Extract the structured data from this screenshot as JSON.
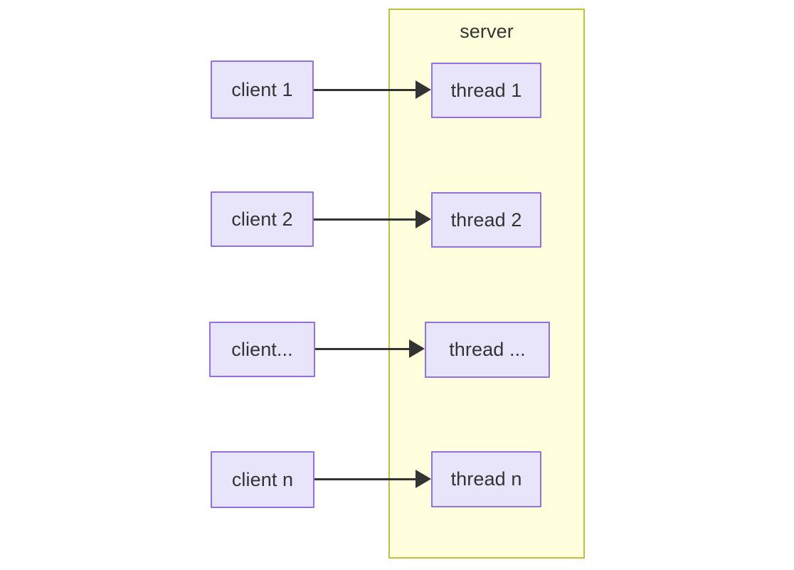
{
  "diagram": {
    "type": "flowchart",
    "title": "",
    "background_color": "#ffffff",
    "container": {
      "label": "server",
      "fill_color": "#ffffde",
      "border_color": "#bfbf44"
    },
    "node_style": {
      "fill_color": "#e8e5fb",
      "border_color": "#9370db",
      "text_color": "#333333"
    },
    "edge_style": {
      "color": "#333333",
      "arrow": "filled-triangle"
    },
    "clients": [
      {
        "id": "client-1",
        "label": "client 1"
      },
      {
        "id": "client-2",
        "label": "client 2"
      },
      {
        "id": "client-dots",
        "label": "client..."
      },
      {
        "id": "client-n",
        "label": "client n"
      }
    ],
    "threads": [
      {
        "id": "thread-1",
        "label": "thread 1"
      },
      {
        "id": "thread-2",
        "label": "thread 2"
      },
      {
        "id": "thread-dots",
        "label": "thread ..."
      },
      {
        "id": "thread-n",
        "label": "thread n"
      }
    ],
    "edges": [
      {
        "from": "client 1",
        "to": "thread 1"
      },
      {
        "from": "client 2",
        "to": "thread 2"
      },
      {
        "from": "client...",
        "to": "thread ..."
      },
      {
        "from": "client n",
        "to": "thread n"
      }
    ]
  }
}
